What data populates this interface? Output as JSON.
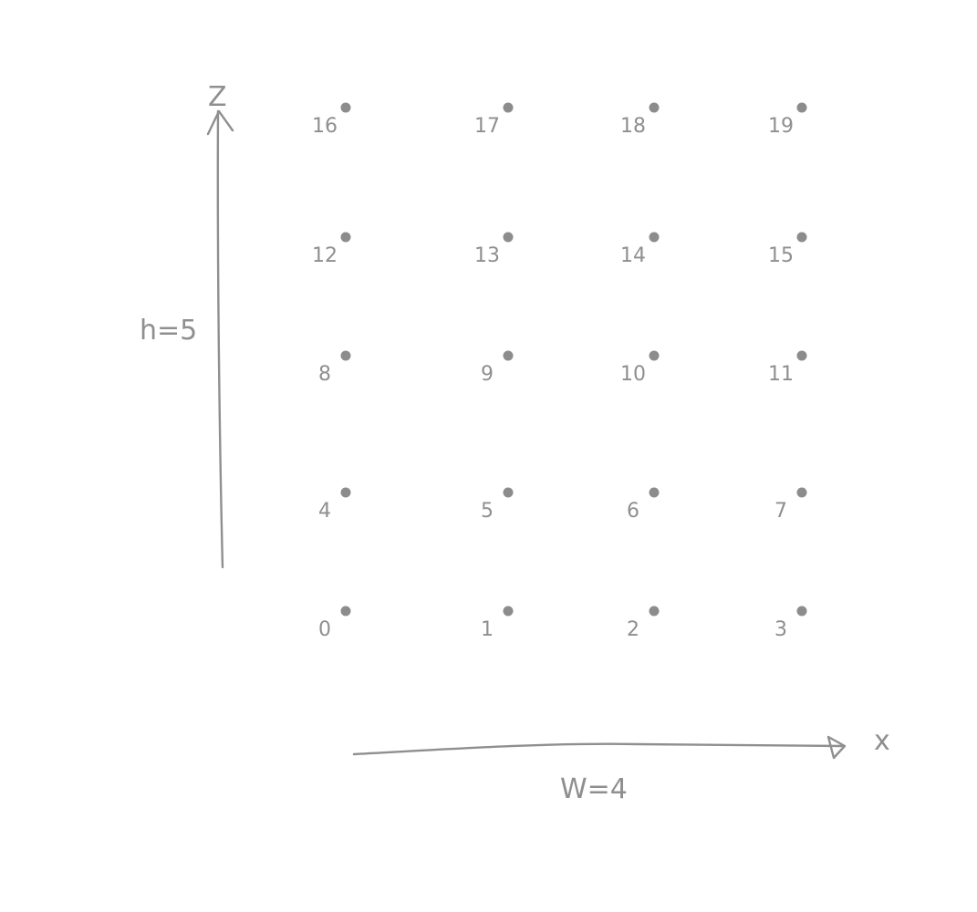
{
  "diagram": {
    "axes": {
      "vertical_label": "Z",
      "horizontal_label": "x",
      "height_label": "h=5",
      "width_label": "W=4"
    },
    "grid": {
      "columns": 4,
      "rows": 5,
      "point_labels": [
        [
          "0",
          "1",
          "2",
          "3"
        ],
        [
          "4",
          "5",
          "6",
          "7"
        ],
        [
          "8",
          "9",
          "10",
          "11"
        ],
        [
          "12",
          "13",
          "14",
          "15"
        ],
        [
          "16",
          "17",
          "18",
          "19"
        ]
      ]
    },
    "colors": {
      "ink": "#8f8f8f",
      "dot": "#8c8c8c",
      "background": "#ffffff"
    }
  }
}
